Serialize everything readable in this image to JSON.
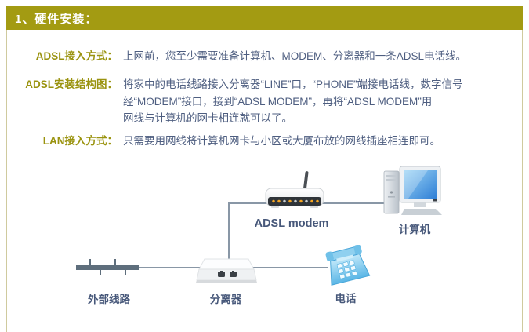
{
  "header": {
    "title": "1、硬件安装："
  },
  "sections": [
    {
      "label": "ADSL接入方式：",
      "lines": [
        "上网前，您至少需要准备计算机、MODEM、分离器和一条ADSL电话线。"
      ]
    },
    {
      "label": "ADSL安装结构图：",
      "lines": [
        "将家中的电话线路接入分离器“LINE”口，“PHONE”端接电话线，数字信号",
        "经“MODEM”接口，接到“ADSL MODEM”，再将“ADSL MODEM”用",
        "网线与计算机的网卡相连就可以了。"
      ]
    },
    {
      "label": "LAN接入方式：",
      "lines": [
        "只需要用网线将计算机网卡与小区或大厦布放的网线插座相连即可。"
      ]
    }
  ],
  "diagram": {
    "modem_label": "ADSL modem",
    "computer_label": "计算机",
    "external_line_label": "外部线路",
    "splitter_label": "分离器",
    "phone_label": "电话"
  },
  "colors": {
    "header_bg": "#A39B12",
    "section_label": "#9A930F",
    "body_text": "#4E5E80",
    "connection_line": "#8997A6",
    "external_line_bar": "#5E6E7C",
    "diagram_label": "#47587A",
    "led_orange": "#F5A623",
    "phone_blue": "#6FC0E8",
    "screen_blue": "#3F92DC"
  }
}
